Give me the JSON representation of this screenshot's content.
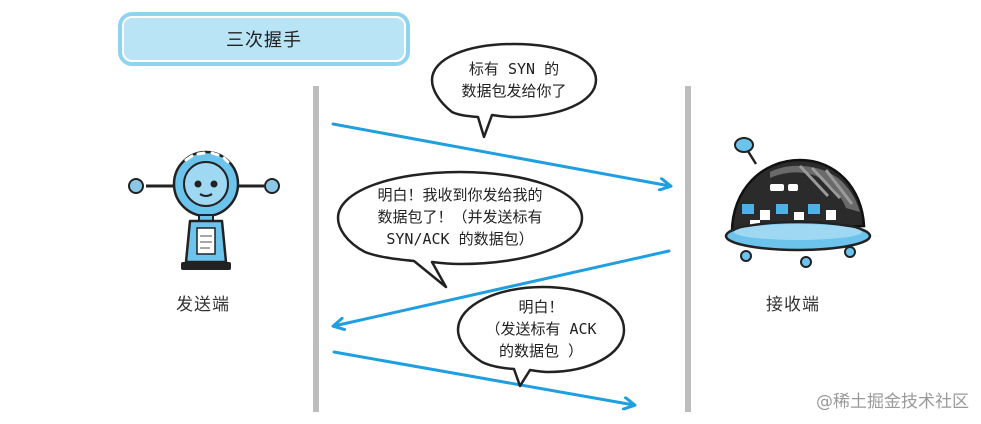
{
  "title": "三次握手",
  "sender": {
    "label": "发送端"
  },
  "receiver": {
    "label": "接收端"
  },
  "bubbles": [
    {
      "lines": [
        "标有 SYN 的",
        "数据包发给你了"
      ]
    },
    {
      "lines": [
        "明白！我收到你发给我的",
        "数据包了！（并发送标有",
        "SYN/ACK 的数据包）"
      ]
    },
    {
      "lines": [
        "明白！",
        "（发送标有 ACK",
        "的数据包 ）"
      ]
    }
  ],
  "watermark": "@稀土掘金技术社区",
  "colors": {
    "arrow": "#1f9ee0",
    "timeline": "#bdbdbd",
    "title_fill": "#b9e4f6",
    "robot_blue": "#6cc3ec"
  },
  "icons": {
    "sender": "tall-robot-icon",
    "receiver": "dome-robot-icon"
  }
}
